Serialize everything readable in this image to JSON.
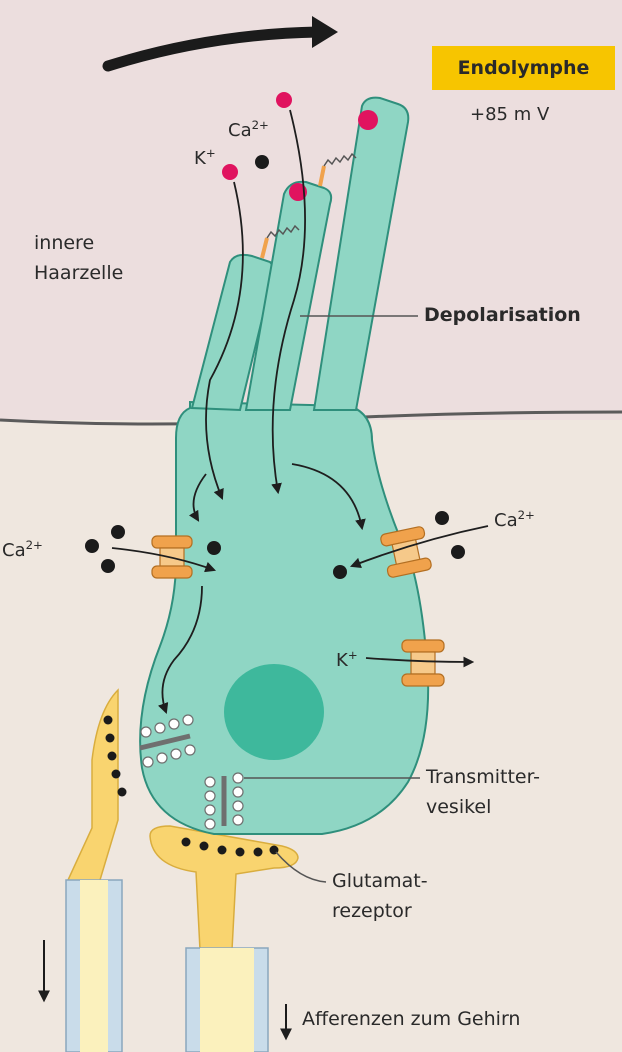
{
  "region_label": "Endolymphe",
  "potential": "+85 m V",
  "cell_name_line1": "innere",
  "cell_name_line2": "Haarzelle",
  "process": "Depolarisation",
  "ion_k": "K",
  "ion_k_charge": "+",
  "ion_ca": "Ca",
  "ion_ca_charge": "2+",
  "vesicle_label_line1": "Transmitter-",
  "vesicle_label_line2": "vesikel",
  "receptor_label_line1": "Glutamat-",
  "receptor_label_line2": "rezeptor",
  "afferent_label": "Afferenzen zum Gehirn",
  "colors": {
    "endolymph": "#ecdede",
    "perilymph": "#efe7df",
    "cell_fill": "#8fd6c4",
    "cell_stroke": "#2f8f7c",
    "nucleus": "#3eb89c",
    "nerve": "#f9d46f",
    "axon_sheath": "#c9dcea",
    "ion_red": "#e0135f",
    "badge": "#f7c500",
    "channel": "#f0a24c"
  }
}
